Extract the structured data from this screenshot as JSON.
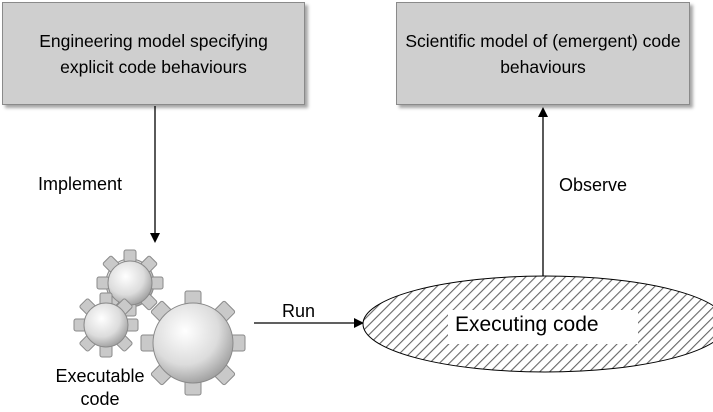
{
  "boxes": {
    "engineering": "Engineering model specifying explicit code behaviours",
    "scientific": "Scientific model of (emergent) code behaviours"
  },
  "arrows": {
    "implement": "Implement",
    "observe": "Observe",
    "run": "Run"
  },
  "nodes": {
    "executable_code": "Executable code",
    "executing_code": "Executing code"
  },
  "colors": {
    "box_fill": "#cfcfcf",
    "box_border": "#8a8a8a",
    "hatch": "#666666",
    "gear": "#d9d9d9"
  },
  "icons": [
    "gears-icon"
  ]
}
